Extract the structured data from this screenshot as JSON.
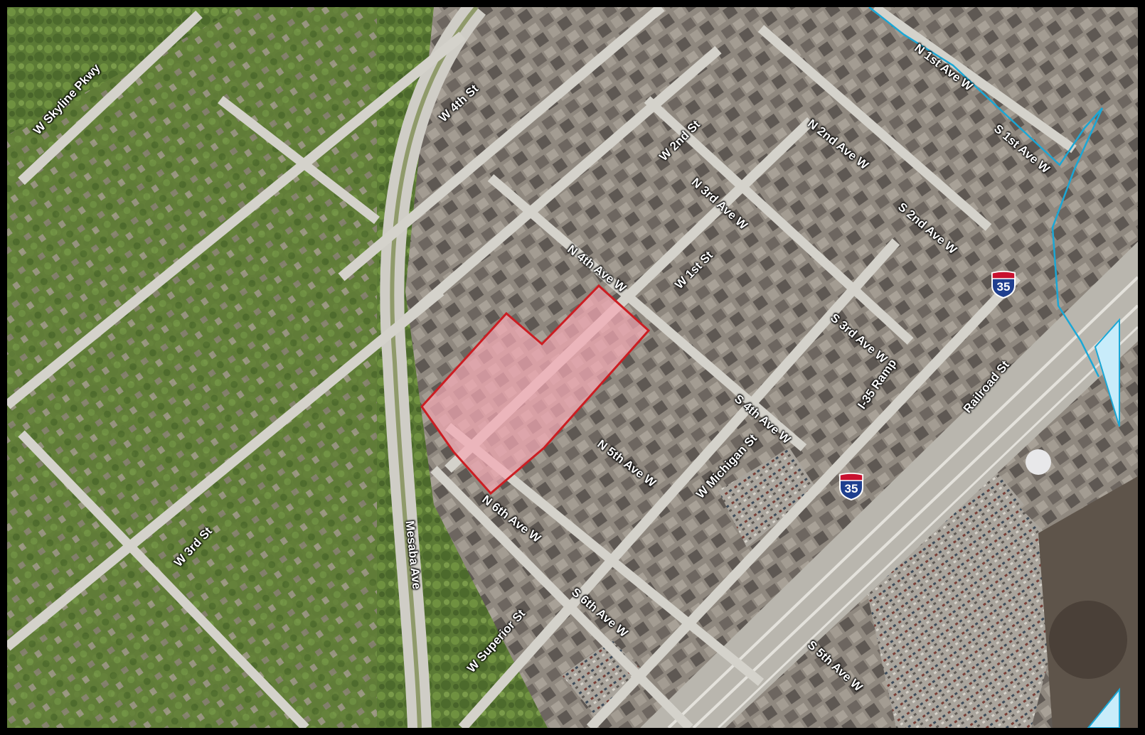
{
  "map": {
    "colors": {
      "vegetation": "#5a7a34",
      "urban": "#9a938a",
      "road": "#d8d6d0",
      "parcel_fill": "#f4a9b4",
      "parcel_stroke": "#cc1d22",
      "water_line": "#1aa7d6",
      "water_fill": "#c8ecfa"
    },
    "streets": [
      {
        "text": "W Skyline Pkwy"
      },
      {
        "text": "W 4th St"
      },
      {
        "text": "W 2nd St"
      },
      {
        "text": "N 3rd Ave W"
      },
      {
        "text": "N 4th Ave W"
      },
      {
        "text": "W 1st St"
      },
      {
        "text": "N 2nd Ave W"
      },
      {
        "text": "N 1st Ave W"
      },
      {
        "text": "S 1st Ave W"
      },
      {
        "text": "S 2nd Ave W"
      },
      {
        "text": "S 3rd Ave W"
      },
      {
        "text": "S 4th Ave W"
      },
      {
        "text": "I-35 Ramp"
      },
      {
        "text": "Railroad St"
      },
      {
        "text": "N 5th Ave W"
      },
      {
        "text": "W Michigan St"
      },
      {
        "text": "N 6th Ave W"
      },
      {
        "text": "Mesaba Ave"
      },
      {
        "text": "W 3rd St"
      },
      {
        "text": "S 6th Ave W"
      },
      {
        "text": "W Superior St"
      },
      {
        "text": "S 5th Ave W"
      }
    ],
    "shields": [
      {
        "number": "35",
        "icon": "interstate-shield-icon"
      },
      {
        "number": "35",
        "icon": "interstate-shield-icon"
      }
    ]
  }
}
